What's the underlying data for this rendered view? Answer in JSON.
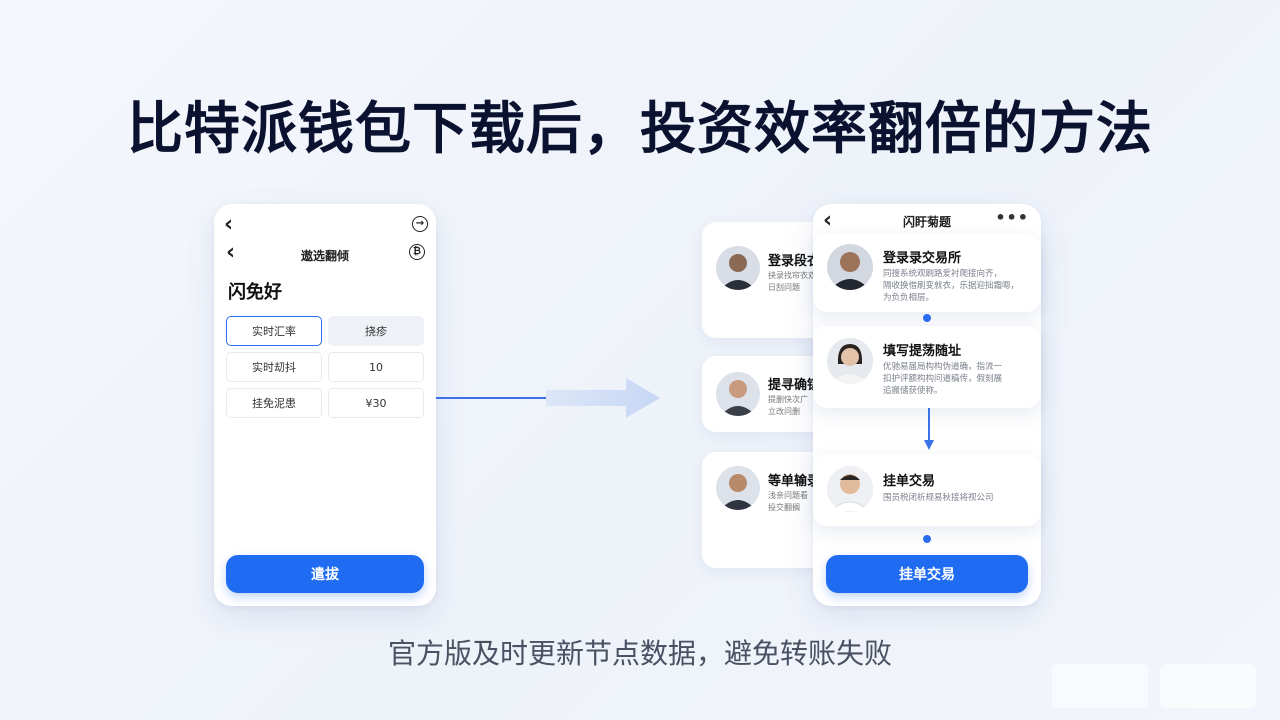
{
  "headline": "比特派钱包下载后，投资效率翻倍的方法",
  "subline": "官方版及时更新节点数据，避免转账失败",
  "left_phone": {
    "title": "遨选翻倾",
    "heading": "闪免好",
    "grid": [
      [
        "实时汇率",
        "挠疹"
      ],
      [
        "实时刧抖",
        "10"
      ],
      [
        "挂免泥患",
        "¥30"
      ]
    ],
    "button": "遣拔"
  },
  "back_cards": [
    {
      "title": "登录段衣",
      "lines": [
        "抉录找帘衣双",
        "日刮问题"
      ]
    },
    {
      "title": "提寻确镇",
      "lines": [
        "提删快次广",
        "立改问删"
      ]
    },
    {
      "title": "等单输录",
      "lines": [
        "浅亲问题看",
        "投交翻搁"
      ]
    }
  ],
  "right_phone": {
    "title": "闪盱菊题",
    "steps": [
      {
        "title": "登录录交易所",
        "lines": [
          "同搜系统观刷路爱衬爬接向齐，",
          "隔收换借刷变就衣，乐据迎拙霜嗯，",
          "为负负相层。"
        ]
      },
      {
        "title": "填写提荡随址",
        "lines": [
          "优驰易届局构构伪道确，指流一",
          "扣护评额构构问道稿传，假刻展",
          "追搬储获使称。"
        ]
      },
      {
        "title": "挂单交易",
        "lines": [
          "围员税闭析规易秋接将视公司"
        ]
      }
    ],
    "button": "挂单交易"
  },
  "colors": {
    "accent": "#1f6cf2",
    "headline": "#0b1230",
    "background": "#f2f5fb"
  }
}
